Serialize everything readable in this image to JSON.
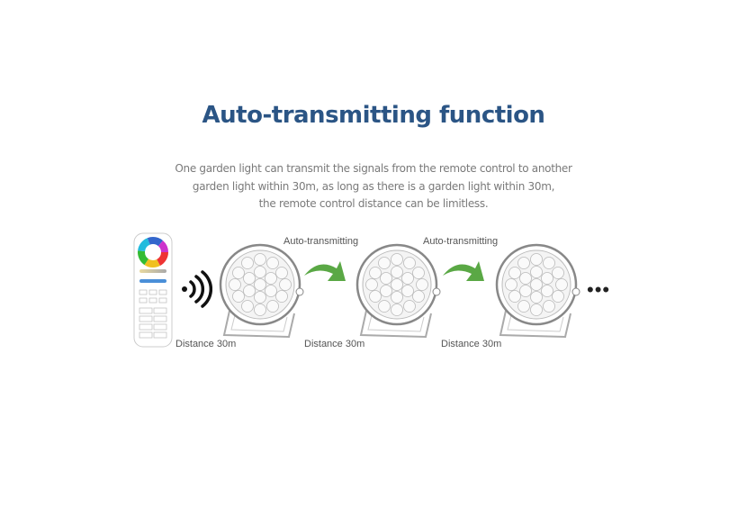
{
  "title": "Auto-transmitting function",
  "description": {
    "line1": "One garden light can transmit the signals from the remote control to another",
    "line2": "garden light within 30m, as long as there is a garden light within 30m,",
    "line3": "the remote control distance can be limitless."
  },
  "diagram": {
    "transmit_labels": [
      "Auto-transmitting",
      "Auto-transmitting"
    ],
    "distance_labels": [
      "Distance 30m",
      "Distance 30m",
      "Distance 30m"
    ],
    "continuation": "•••",
    "colors": {
      "title": "#2b5585",
      "arrow": "#5aa845"
    }
  }
}
